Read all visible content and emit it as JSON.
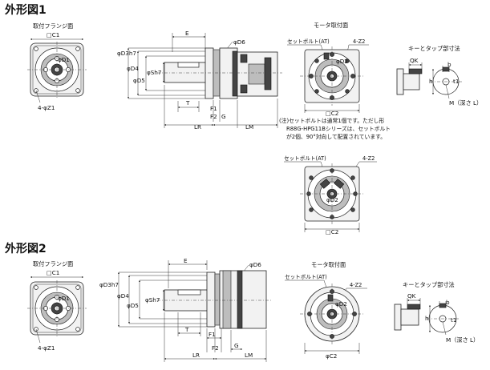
{
  "figure1": {
    "title": "外形図1",
    "flange_view": {
      "caption": "取付フランジ面",
      "c1": "□C1",
      "d1": "φD1",
      "z1": "4-φZ1"
    },
    "side_view": {
      "e": "E",
      "d6": "φD6",
      "d3h7": "φD3h7",
      "d4": "φD4",
      "d5": "φD5",
      "sh7": "φSh7",
      "t": "T",
      "f1": "F1",
      "f2": "F2",
      "g": "G",
      "lr": "LR",
      "lm": "LM"
    },
    "motor_view": {
      "caption": "モータ取付面",
      "set_bolt": "セットボルト(AT)",
      "z2": "4-Z2",
      "d2": "φD2",
      "c2": "□C2"
    },
    "note_lines": [
      "(注)セットボルトは通常1個です。ただし形",
      "R88G-HPG11Bシリーズは、セットボルト",
      "が2個、90°対向して配置されています。"
    ],
    "motor_view_alt": {
      "set_bolt": "セットボルト(AT)",
      "z2": "4-Z2",
      "d2": "φD2",
      "c2": "□C2"
    },
    "key_view": {
      "caption": "キーとタップ部寸法",
      "qk": "QK",
      "b": "b",
      "h": "h",
      "t1": "t1",
      "m": "M（深さ L）"
    }
  },
  "figure2": {
    "title": "外形図2",
    "flange_view": {
      "caption": "取付フランジ面",
      "c1": "□C1",
      "d1": "φD1",
      "z1": "4-φZ1"
    },
    "side_view": {
      "e": "E",
      "d6": "φD6",
      "d3h7": "φD3h7",
      "d4": "φD4",
      "d5": "φD5",
      "sh7": "φSh7",
      "t": "T",
      "f1": "F1",
      "f2": "F2",
      "g": "G",
      "lr": "LR",
      "lm": "LM"
    },
    "motor_view": {
      "caption": "モータ取付面",
      "set_bolt": "セットボルト(AT)",
      "z2": "4-Z2",
      "d2": "φD2",
      "c2": "φC2"
    },
    "key_view": {
      "caption": "キーとタップ部寸法",
      "qk": "QK",
      "b": "b",
      "h": "h",
      "t1": "t1",
      "m": "M（深さ L）"
    }
  }
}
